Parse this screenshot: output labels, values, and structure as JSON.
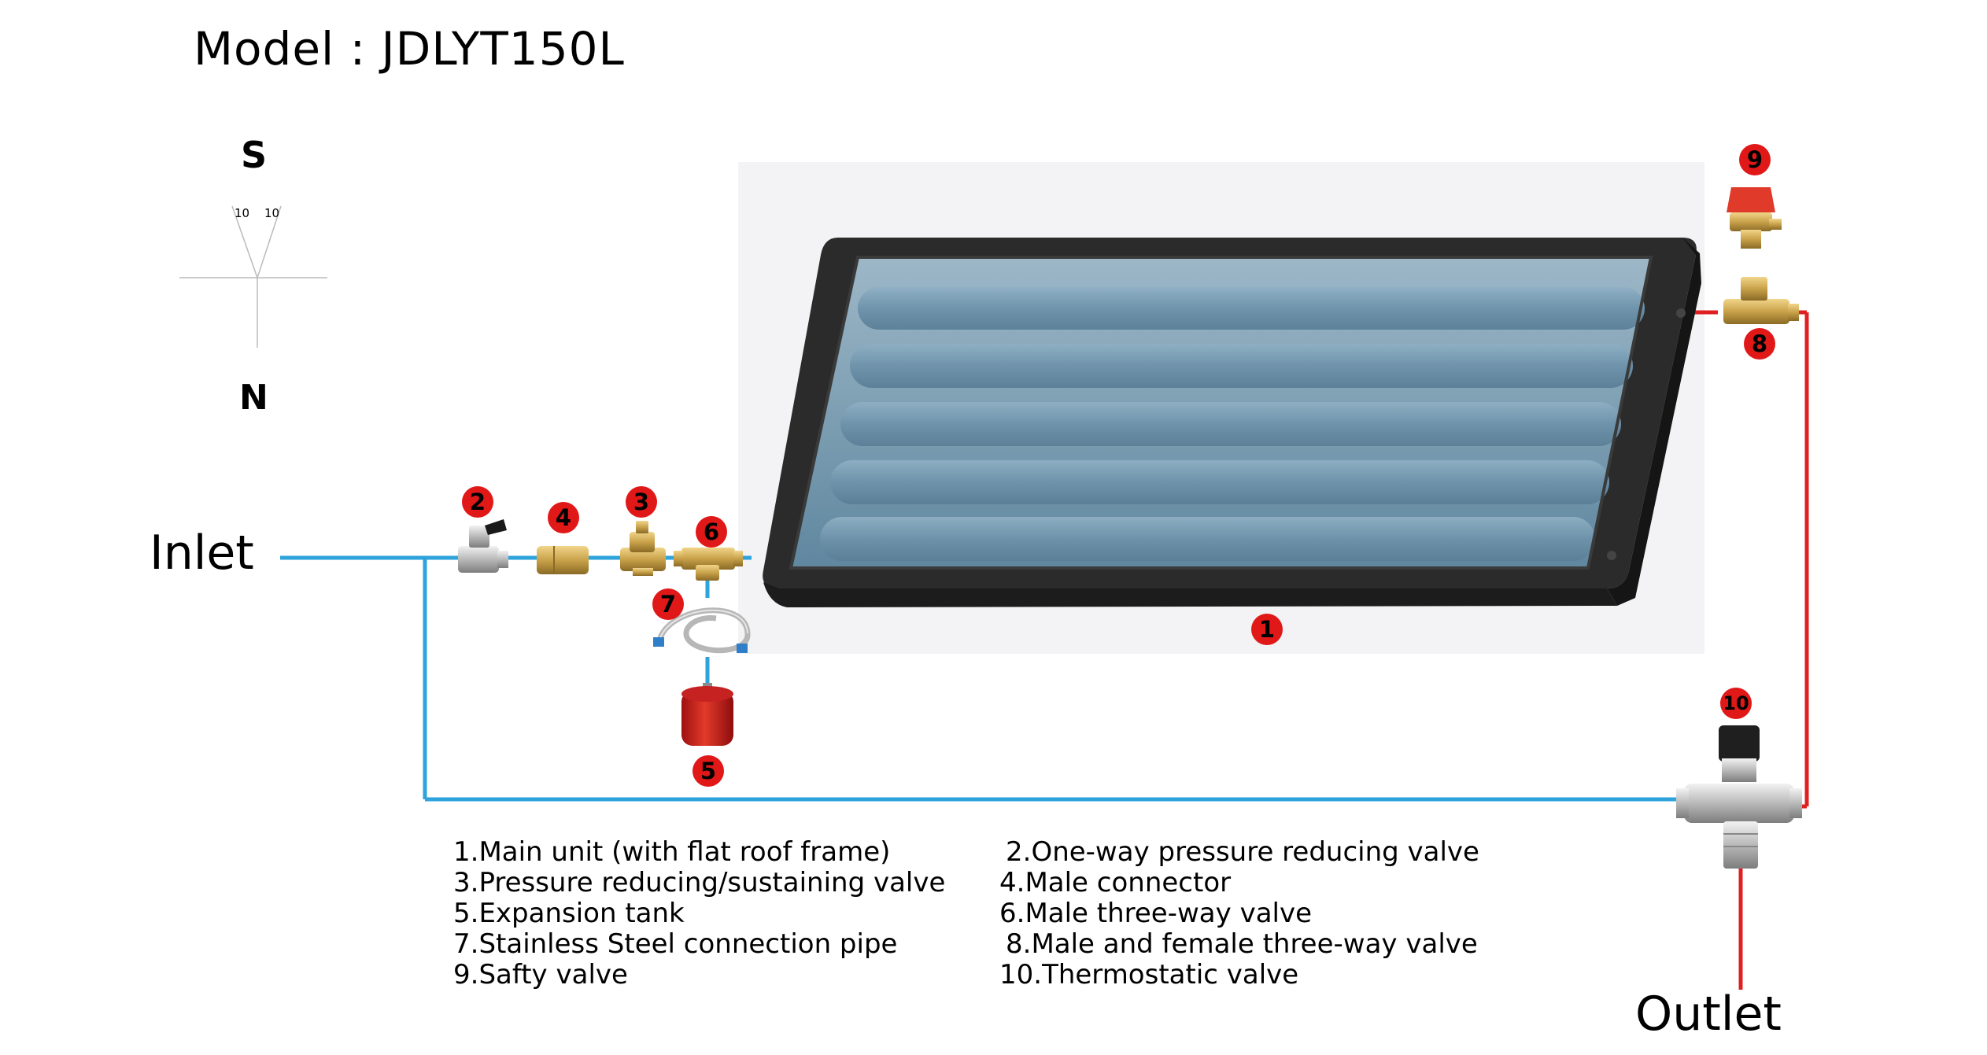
{
  "title": "Model : JDLYT150L",
  "compass": {
    "south": "S",
    "north": "N",
    "angle_left": "10",
    "angle_right": "10"
  },
  "labels": {
    "inlet": "Inlet",
    "outlet": "Outlet"
  },
  "badges": [
    "1",
    "2",
    "3",
    "4",
    "5",
    "6",
    "7",
    "8",
    "9",
    "10"
  ],
  "legend": {
    "left": [
      "1.Main unit (with flat roof frame)",
      "3.Pressure reducing/sustaining valve",
      "5.Expansion tank",
      "7.Stainless Steel connection pipe",
      "9.Safty valve"
    ],
    "right": [
      "2.One-way pressure reducing valve",
      "4.Male connector",
      "6.Male three-way valve",
      "8.Male and female three-way valve",
      "10.Thermostatic valve"
    ]
  },
  "colors": {
    "cold_pipe": "#2ea3dc",
    "hot_pipe": "#e02020",
    "badge": "#e01818",
    "brass": "#c9a24a",
    "panel_frame": "#2b2b2b",
    "panel_glass": "#6f93aa"
  }
}
